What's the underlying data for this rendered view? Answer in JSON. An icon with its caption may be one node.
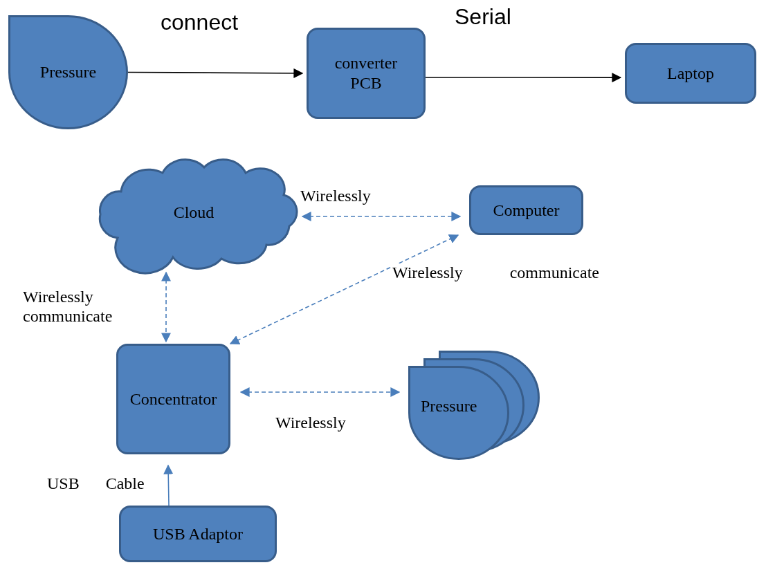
{
  "diagram": {
    "nodes": [
      {
        "text": [
          "Pressure"
        ]
      },
      {
        "text": [
          "converter PCB"
        ]
      },
      {
        "text": [
          "Laptop"
        ]
      },
      {
        "text": [
          "Cloud"
        ]
      },
      {
        "text": [
          "Computer"
        ]
      },
      {
        "text": [
          "Concentrator"
        ]
      },
      {
        "text": [
          "Pressure"
        ]
      },
      {
        "text": [
          "USB Adaptor"
        ]
      }
    ],
    "edges": [
      {
        "from": 0,
        "to": 1,
        "arrow": "to",
        "label": "connect",
        "color": "#000000"
      },
      {
        "from": 1,
        "to": 2,
        "arrow": "to",
        "label": "Serial",
        "color": "#000000"
      },
      {
        "from": 3,
        "to": 4,
        "arrow": "both",
        "style": "dashed",
        "label": "Wirelessly"
      },
      {
        "from": 5,
        "to": 4,
        "arrow": "both",
        "style": "dashed",
        "label": "Wirelessly communicate"
      },
      {
        "from": 3,
        "to": 5,
        "arrow": "both",
        "style": "dashed",
        "label": "Wirelessly communicate"
      },
      {
        "from": 5,
        "to": 6,
        "arrow": "both",
        "style": "dashed",
        "label": "Wirelessly"
      },
      {
        "from": 7,
        "to": 5,
        "arrow": "to",
        "label": "USB Cable"
      }
    ]
  }
}
